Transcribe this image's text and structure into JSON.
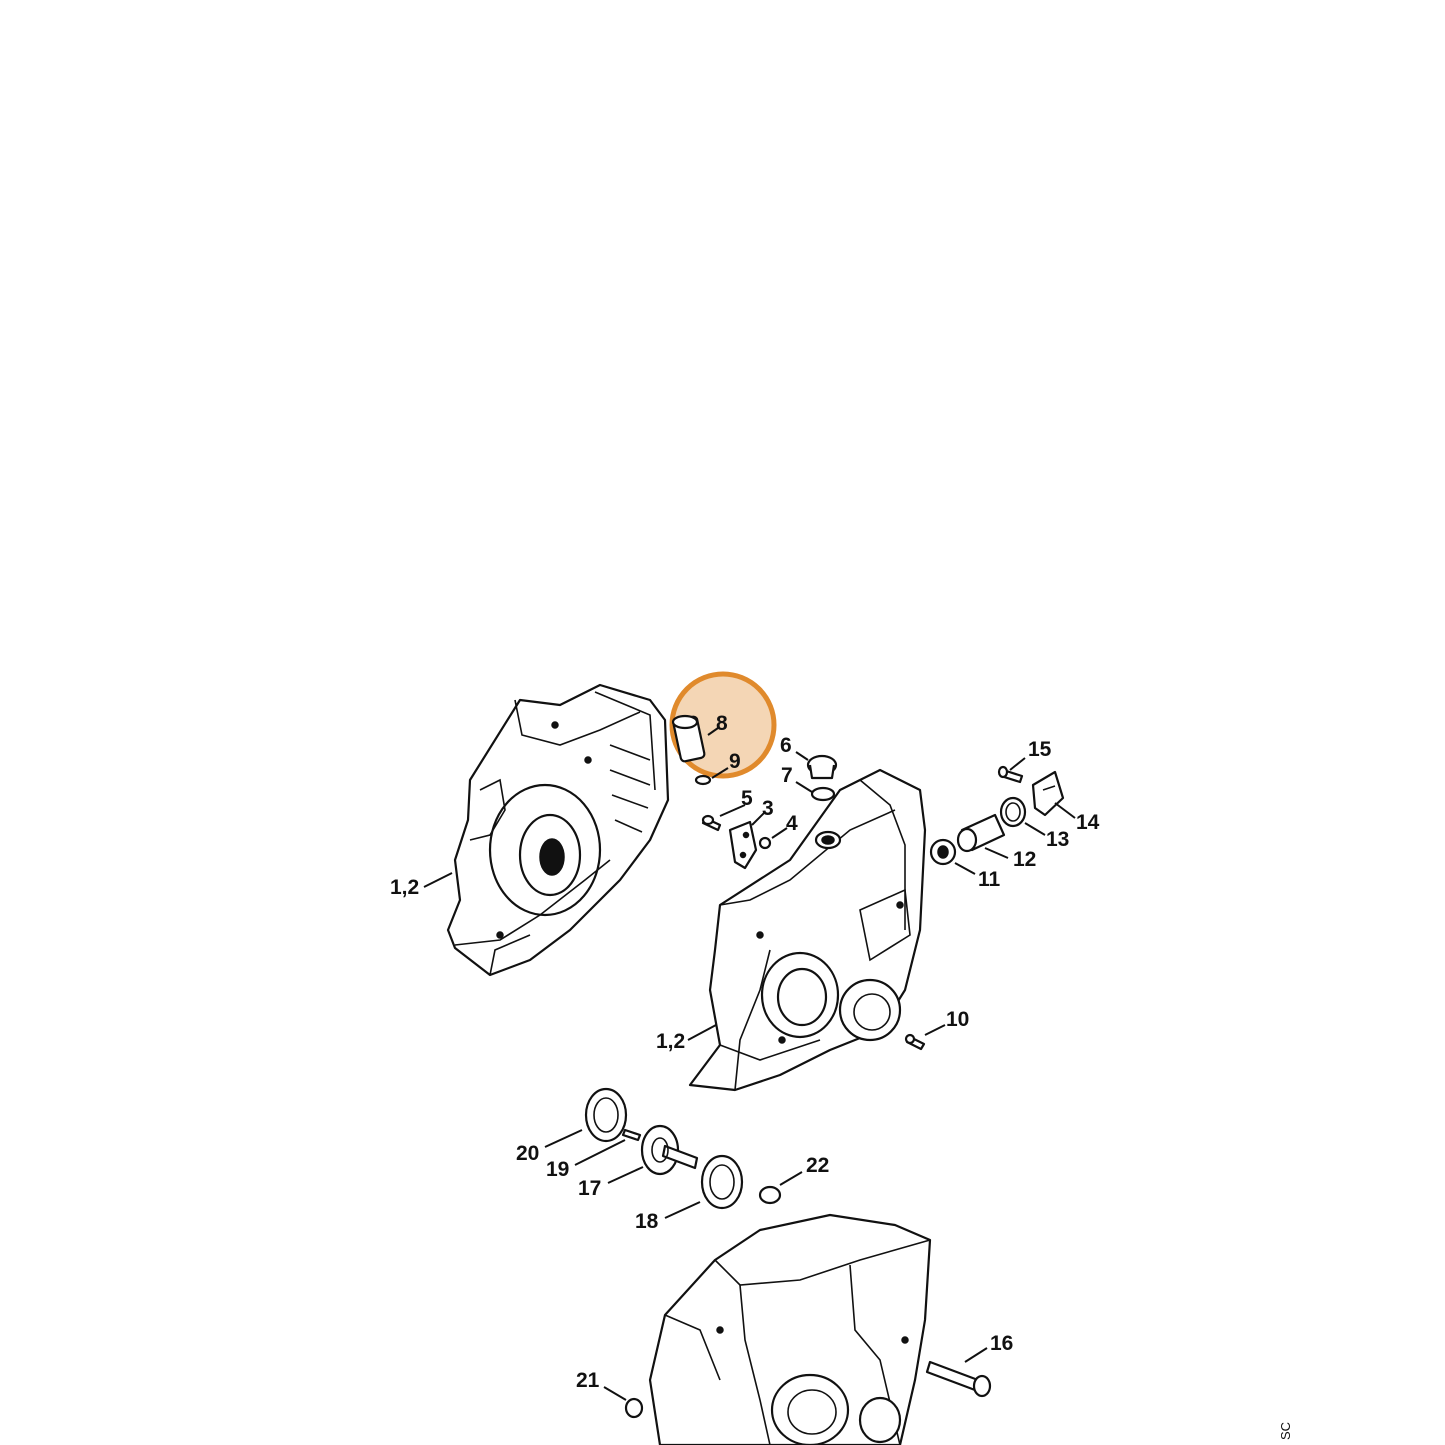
{
  "callouts": {
    "c12a": "1,2",
    "c12b": "1,2",
    "c3": "3",
    "c4": "4",
    "c5": "5",
    "c6": "6",
    "c7": "7",
    "c8": "8",
    "c9": "9",
    "c10": "10",
    "c11": "11",
    "c12": "12",
    "c13": "13",
    "c14": "14",
    "c15": "15",
    "c16": "16",
    "c17": "17",
    "c18": "18",
    "c19": "19",
    "c20": "20",
    "c21": "21",
    "c22": "22"
  },
  "side_code": "SC",
  "highlight": {
    "color": "#e08a2c",
    "label": "8"
  },
  "colors": {
    "line": "#111111",
    "background": "#ffffff"
  }
}
